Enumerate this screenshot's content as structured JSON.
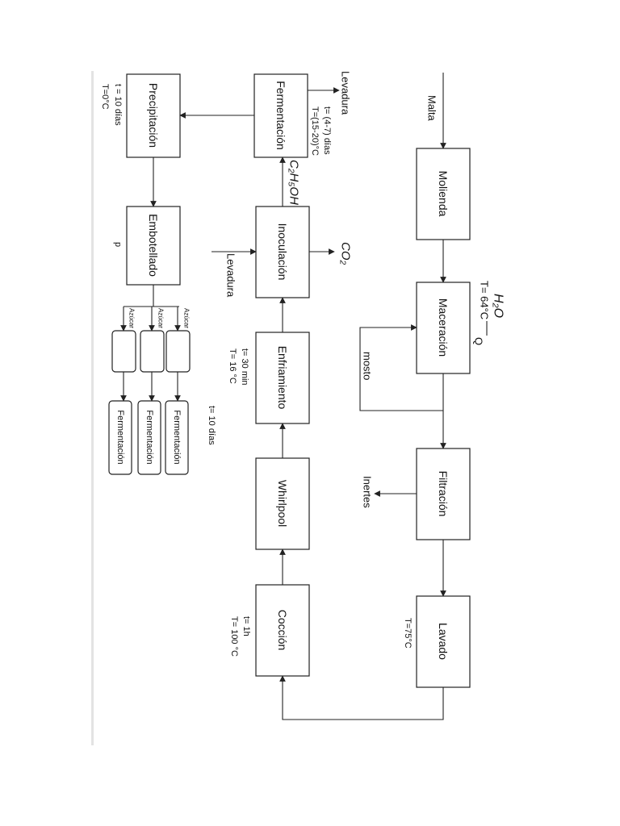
{
  "title": "",
  "orientation": "rotated 90 degrees clockwise",
  "colors": {
    "line": "#222222",
    "box_fill": "#ffffff",
    "text": "#111111",
    "page_edge": "#e3e3e3"
  },
  "process": {
    "molienda": "Molienda",
    "maceracion": "Maceración",
    "filtracion": "Filtración",
    "lavado": "Lavado",
    "coccion": "Cocción",
    "whirlpool": "Whirlpool",
    "enfriamiento": "Enfriamiento",
    "inoculacion": "Inoculación",
    "fermentacion": "Fermentación",
    "precipitacion": "Precipitación",
    "embotellado": "Embotellado",
    "fermentacion_botella": [
      "Fermentación",
      "Fermentación",
      "Fermentación"
    ]
  },
  "streams": {
    "malta": "Malta",
    "agua": "H₂O",
    "calor": "Q",
    "mosto": "mosto",
    "inertes": "Inertes",
    "co2": "CO₂",
    "levadura_inoculacion": "Levadura",
    "levadura_fermentacion": "Levadura",
    "etanol": "C₂H₅OH",
    "azucar": [
      "Azúcar",
      "Azúcar",
      "Azúcar"
    ]
  },
  "conditions": {
    "maceracion_T": "T= 64°C",
    "lavado_T": "T=75°C",
    "coccion_t": "t= 1h",
    "coccion_T": "T= 100 °C",
    "enfriamiento_t": "t= 30 min",
    "enfriamiento_T": "T= 16 °C",
    "fermentacion_t": "t= (4-7) días",
    "fermentacion_T": "T=(15-20)°C",
    "precipitacion_t": "t = 10 días",
    "precipitacion_T": "T=0°C",
    "botella_t": "t= 10 días",
    "embotellado_p": "p"
  }
}
